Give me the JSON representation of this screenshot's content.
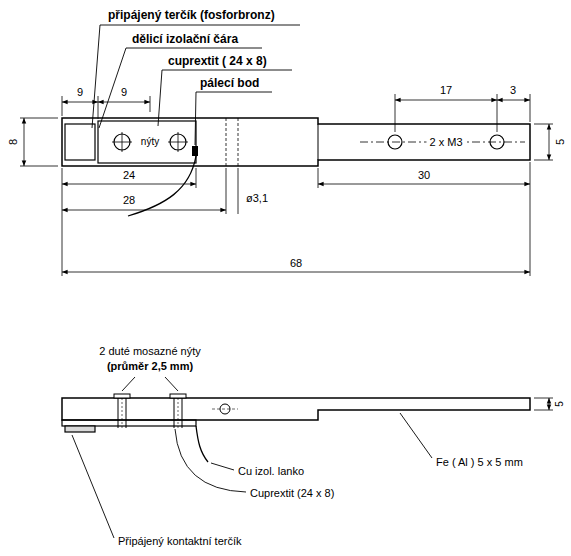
{
  "diagram": {
    "labels": [
      "připájený terčík (fosforbronz)",
      "dělicí izolační čára",
      "cuprextit ( 24 x 8)",
      "pálecí bod",
      "9",
      "9",
      "17",
      "3",
      "8",
      "nýty",
      "2 x M3",
      "5",
      "24",
      "ø3,1",
      "30",
      "28",
      "68",
      "2 duté mosazné nýty",
      "(průměr 2,5 mm)",
      "5",
      "Cu izol. lanko",
      "Fe ( Al ) 5 x 5 mm",
      "Cuprextit (24 x 8)",
      "Připájený kontaktní terčík"
    ]
  }
}
